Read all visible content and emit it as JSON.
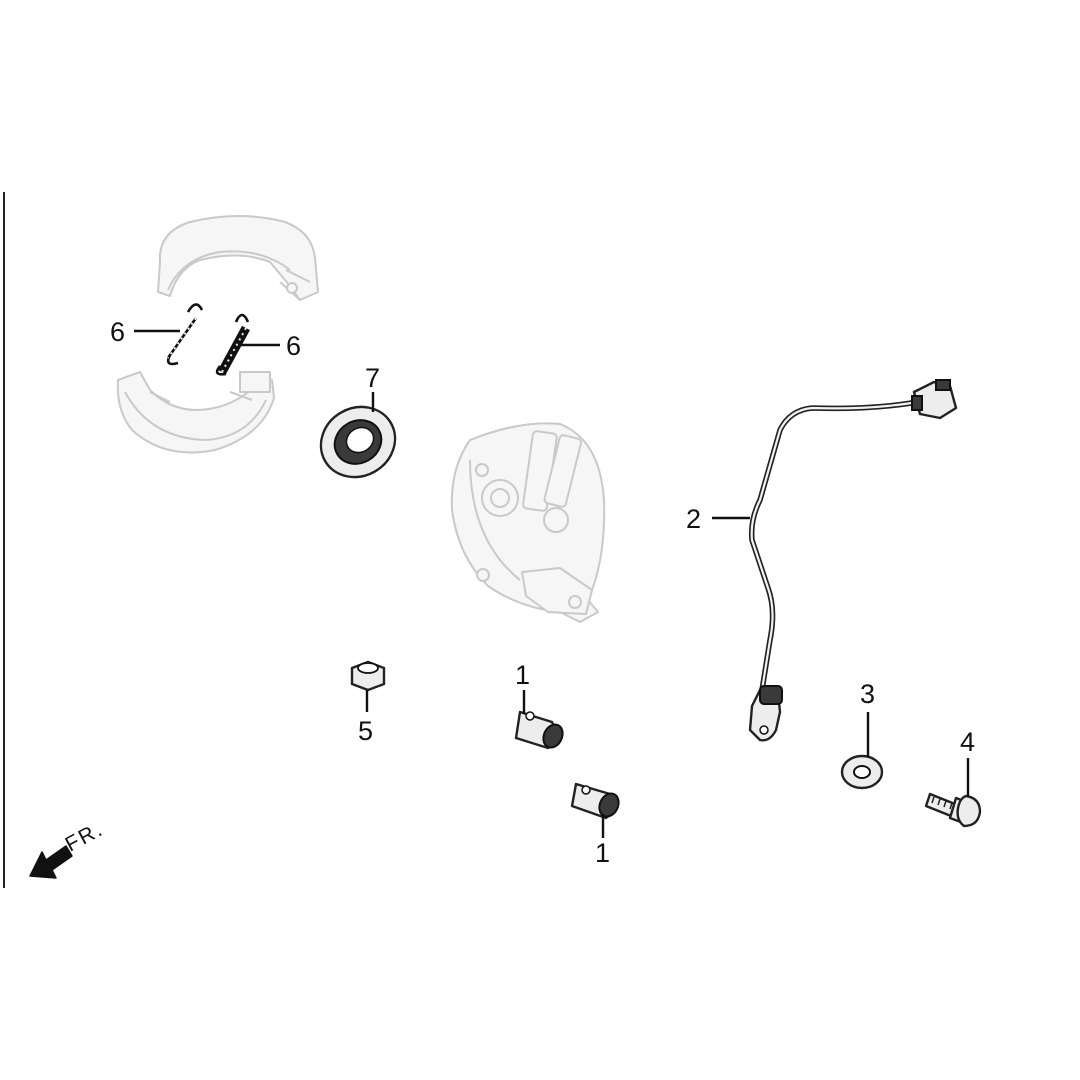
{
  "callouts": {
    "c1_upper": "1",
    "c1_lower": "1",
    "c2": "2",
    "c3": "3",
    "c4": "4",
    "c5": "5",
    "c6_left": "6",
    "c6_right": "6",
    "c7": "7"
  },
  "direction": {
    "label": "FR.",
    "icon": "arrow-down-left-icon"
  },
  "colors": {
    "line": "#111111",
    "ghost": "#c9c9c9"
  }
}
